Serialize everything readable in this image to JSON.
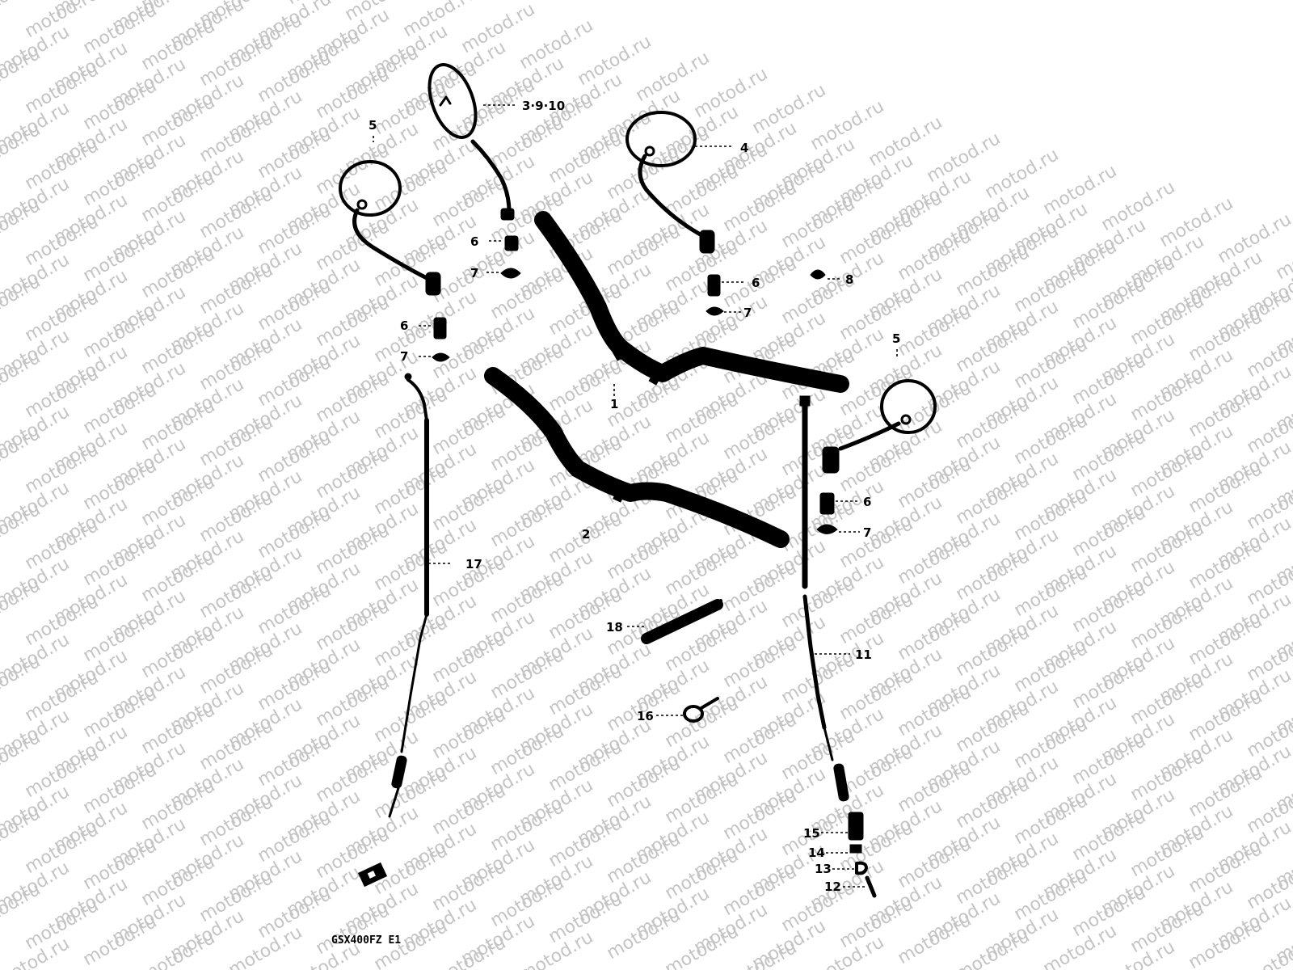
{
  "watermark": {
    "text": "motod.ru",
    "color": "#c4c4c4"
  },
  "diagram": {
    "code": "GSX400FZ E1",
    "callouts": {
      "c_3_9_10": "3·9·10",
      "c_4": "4",
      "c_5_left": "5",
      "c_5_right": "5",
      "c_6_a": "6",
      "c_7_a": "7",
      "c_6_b": "6",
      "c_7_b": "7",
      "c_6_c": "6",
      "c_7_c": "7",
      "c_6_d": "6",
      "c_7_d": "7",
      "c_8": "8",
      "c_1": "1",
      "c_2": "2",
      "c_11": "11",
      "c_12": "12",
      "c_13": "13",
      "c_14": "14",
      "c_15": "15",
      "c_16": "16",
      "c_17": "17",
      "c_18": "18"
    }
  }
}
